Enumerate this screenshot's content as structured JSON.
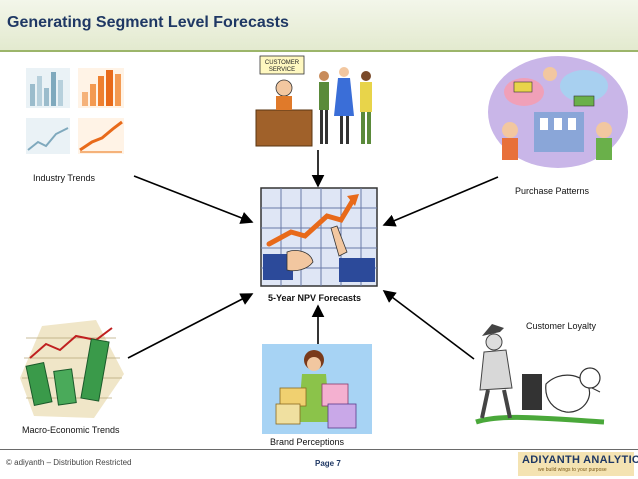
{
  "header": {
    "title": "Generating Segment Level Forecasts"
  },
  "nodes": {
    "industry_trends": "Industry Trends",
    "purchase_patterns": "Purchase Patterns",
    "center": "5-Year NPV Forecasts",
    "customer_loyalty": "Customer Loyalty",
    "macro_trends": "Macro-Economic Trends",
    "brand_perceptions": "Brand Perceptions",
    "customer_service_sign": "CUSTOMER SERVICE"
  },
  "footer": {
    "copyright": "© adiyanth – Distribution Restricted",
    "page": "Page 7",
    "logo_name": "ADIYANTH ANALYTICS",
    "logo_tagline": "we build wings to your purpose"
  },
  "colors": {
    "title_text": "#1f3864",
    "header_bg": "#e3eacf",
    "arrow": "#000000",
    "logo_bg": "#f4e3b2"
  }
}
